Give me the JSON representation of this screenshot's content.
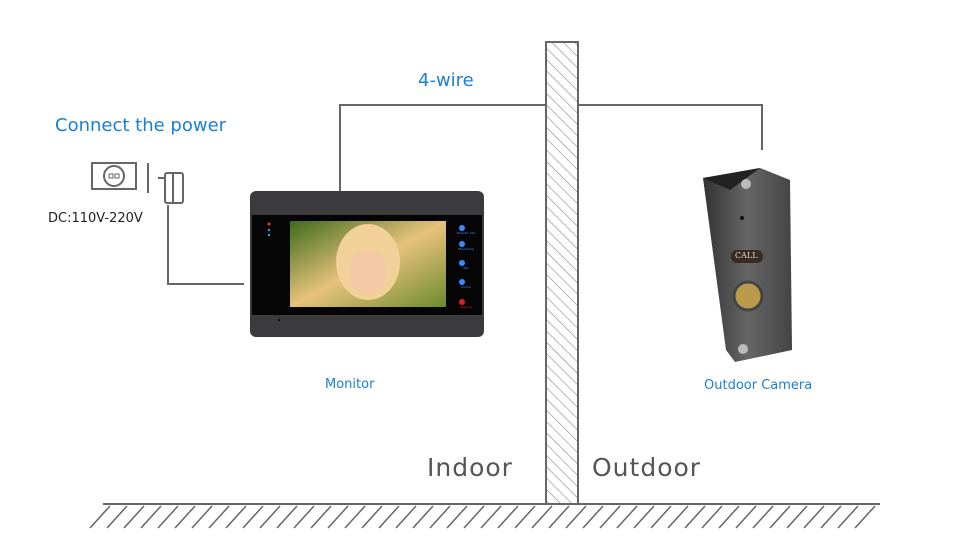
{
  "labels": {
    "wire": "4-wire",
    "power": "Connect the power",
    "voltage": "DC:110V-220V",
    "monitor": "Monitor",
    "camera": "Outdoor Camera",
    "indoor": "Indoor",
    "outdoor": "Outdoor",
    "call": "CALL"
  },
  "monitor_buttons": [
    "Transfer Call",
    "Monitoring",
    "Talk",
    "Unlock",
    "Hang up"
  ],
  "colors": {
    "accent": "#1a7fd6",
    "line": "#555555",
    "hangup": "#e02020"
  }
}
